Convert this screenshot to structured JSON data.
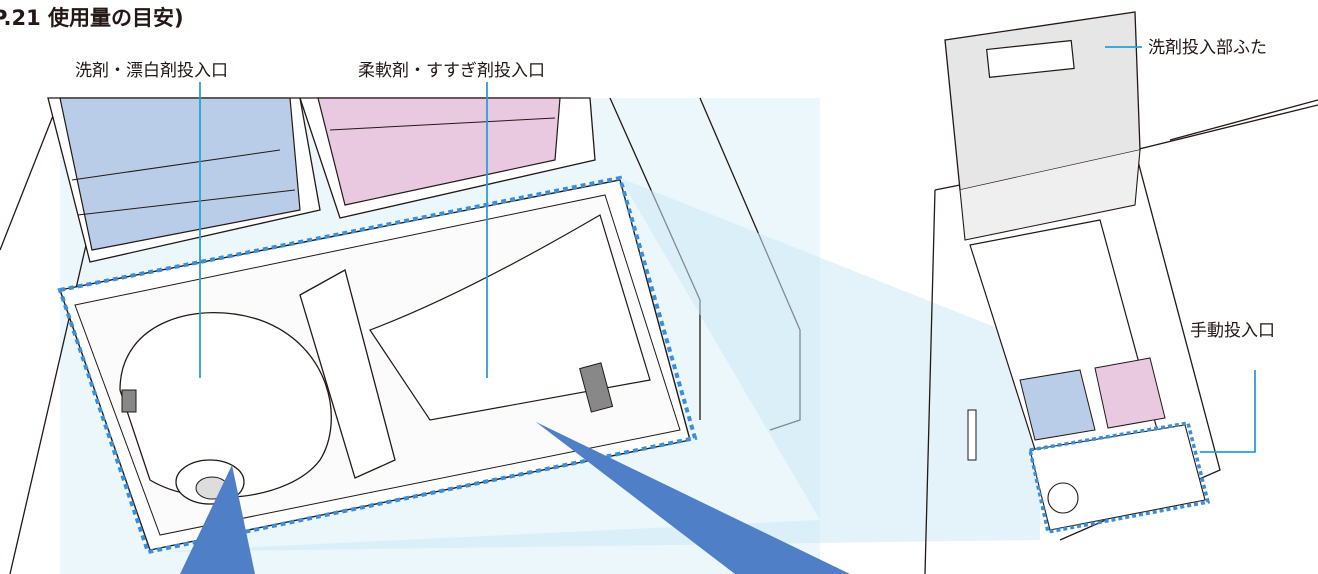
{
  "heading": "P.21 使用量の目安)",
  "labels": {
    "detergent_bleach_inlet": "洗剤・漂白剤投入口",
    "softener_rinse_inlet": "柔軟剤・すすぎ剤投入口",
    "detergent_lid": "洗剤投入部ふた",
    "manual_inlet": "手動投入口"
  },
  "colors": {
    "leader_line": "#2a9fd6",
    "zoom_fill": "#cdeaf6",
    "dashed_outline": "#3b8fd9",
    "blue_tank": "#b9cde8",
    "pink_tank": "#e9c9e0",
    "pour_arrow": "#4f7fc6",
    "outline": "#231815"
  },
  "icons": [
    "pour-arrow",
    "pour-arrow"
  ]
}
